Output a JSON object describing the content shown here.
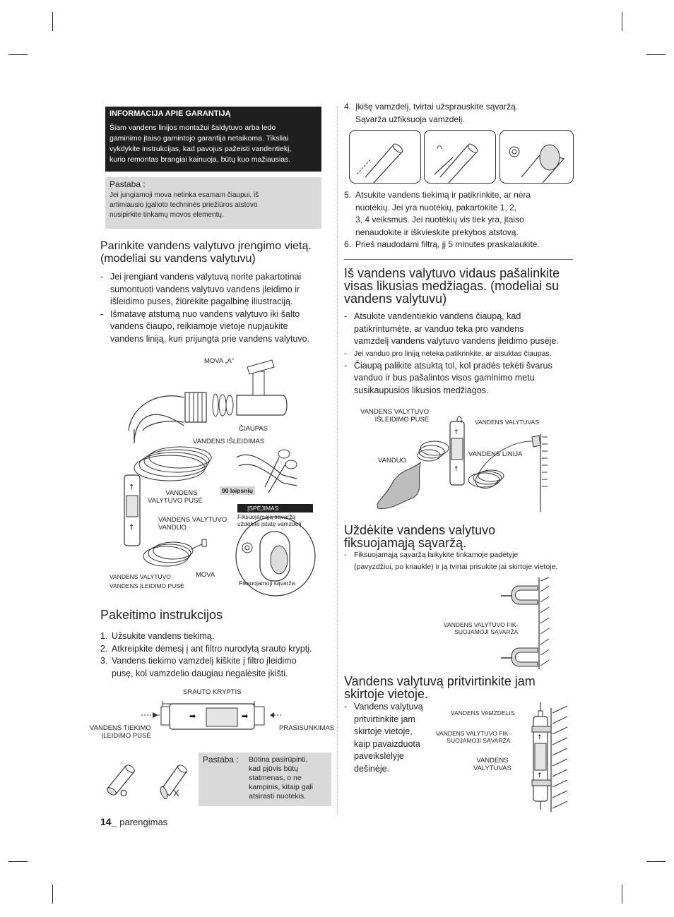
{
  "warranty": {
    "title": "INFORMACIJA APIE GARANTIJĄ",
    "lines": [
      "Šiam vandens linijos montažui šaldytuvo arba ledo",
      "gaminimo įtaiso gamintojo garantija netaikoma. Tiksliai",
      "vykdykite instrukcijas, kad pavojus pažeisti vandentiekį,",
      "kurio remontas brangiai kainuoja, būtų kuo mažiausias."
    ]
  },
  "note1": {
    "title": "Pastaba :",
    "lines": [
      "Jei jungiamoji mova netinka esamam čiaupui, iš",
      "artimiausio įgalioto techninės priežiūros atstovo",
      "nusipirkite tinkamų movos elementų."
    ]
  },
  "section_location": {
    "heading": [
      "Parinkite vandens valytuvo įrengimo vietą.",
      "(modeliai su vandens valytuvu)"
    ],
    "bullets": [
      [
        "Jei įrengiant vandens valytuvą norite pakartotinai",
        "sumontuoti vandens valytuvo vandens įleidimo ir",
        "išleidimo puses, žiūrėkite pagalbinę iliustraciją."
      ],
      [
        "Išmatavę atstumą nuo vandens valytuvo iki šalto",
        "vandens čiaupo, reikiamoje vietoje nupjaukite",
        "vandens liniją, kuri prijungta prie vandens valytuvo."
      ]
    ]
  },
  "diagram1": {
    "mova_a": "MOVA „A“",
    "ciaupas": "ČIAUPAS",
    "isleidimas": "VANDENS IŠLEIDIMAS",
    "valytuvo_puse": [
      "VANDENS",
      "VALYTUVO PUSĖ"
    ],
    "laipsniu": "90 laipsnių",
    "ispejimas": "ĮSPĖJIMAS",
    "fiks_text": [
      "Fiksuojamąją sąvaržą",
      "uždėkite įstatę vamzdelį"
    ],
    "valytuvo_vanduo": [
      "VANDENS VALYTUVO",
      "VANDUO"
    ],
    "ileidimo_puse": [
      "VANDENS VALYTUVO",
      "VANDENS ĮLEIDIMO PUSĖ"
    ],
    "mova": "MOVA",
    "fiks_savarza": "Fiksuojamoji sąvarža"
  },
  "section_replace": {
    "heading": "Pakeitimo instrukcijos",
    "steps": [
      {
        "n": "1.",
        "lines": [
          "Užsukite vandens tiekimą."
        ]
      },
      {
        "n": "2.",
        "lines": [
          "Atkreipkite dėmesį į ant filtro nurodytą srauto kryptį."
        ]
      },
      {
        "n": "3.",
        "lines": [
          "Vandens tiekimo vamzdelį kiškite į filtro įleidimo",
          "pusę, kol vamzdelio daugiau negalėsite įkišti."
        ]
      }
    ]
  },
  "diagram2": {
    "srauto": "SRAUTO KRYPTIS",
    "tiekimo": [
      "VANDENS TIEKIMO",
      "ĮLEIDIMO PUSĖ"
    ],
    "prasisunkimas": "PRASISUNKIMAS",
    "o": "O",
    "x": "X"
  },
  "note2": {
    "title": "Pastaba :",
    "lines": [
      "Būtina pasirūpinti,",
      "kad pjūvis būtų",
      "statmenas, o ne",
      "kampinis, kitaip gali",
      "atsirasti nuotėkis."
    ]
  },
  "footer": {
    "page": "14_",
    "section": "parengimas"
  },
  "right_steps_top": {
    "step4": {
      "n": "4.",
      "lines": [
        "Įkišę vamzdelį, tvirtai užsprauskite sąvaržą.",
        "Sąvarža užfiksuoja vamzdelį."
      ]
    },
    "step5": {
      "n": "5.",
      "lines": [
        "Atsukite vandens tiekimą ir patikrinkite, ar nėra",
        "nuotėkių. Jei yra nuotėkių, pakartokite 1, 2,",
        "3, 4 veiksmus. Jei nuotėkių vis tiek yra, įtaiso",
        "nenaudokite ir iškvieskite prekybos atstovą."
      ]
    },
    "step6": {
      "n": "6.",
      "lines": [
        "Prieš naudodami filtrą, jį 5 minutes praskalaukite."
      ]
    }
  },
  "section_flush": {
    "heading": [
      "Iš vandens valytuvo vidaus pašalinkite",
      "visas likusias medžiagas. (modeliai su",
      "vandens valytuvu)"
    ],
    "bullet1": [
      "Atsukite vandentiekio vandens čiaupą, kad",
      "patikrintumėte, ar vanduo teka pro vandens",
      "vamzdelį vandens valytuvo vandens įleidimo pusėje."
    ],
    "bullet2": "Jei vanduo pro liniją neteka patikrinkite, ar atsuktas čiaupas.",
    "bullet3": [
      "Čiaupą palikite atsuktą tol, kol pradės tekėti švarus",
      "vanduo ir bus pašalintos visos gaminimo metu",
      "susikaupusios likusios medžiagos."
    ]
  },
  "diagram3": {
    "isleidimo": [
      "VANDENS VALYTUVO",
      "IŠLEIDIMO PUSĖ"
    ],
    "valytuvas": "VANDENS VALYTUVAS",
    "vanduo": "VANDUO",
    "linija": "VANDENS LINIJA"
  },
  "section_clip": {
    "heading": [
      "Uždėkite vandens valytuvo",
      "fiksuojamąją sąvaržą."
    ],
    "bullet": [
      "Fiksuojamąją sąvaržą laikykite tinkamoje padėtyje",
      "(pavyzdžiui, po kriaukle) ir ją tvirtai prisukite jai skirtoje vietoje."
    ],
    "label": [
      "VANDENS VALYTUVO FIK-",
      "SUOJAMOJI SĄVARŽA"
    ]
  },
  "section_mount": {
    "heading": [
      "Vandens valytuvą pritvirtinkite jam",
      "skirtoje vietoje."
    ],
    "bullet": [
      "Vandens valytuvą",
      "pritvirtinkite jam",
      "skirtoje vietoje,",
      "kaip pavaizduota",
      "paveikslėlyje",
      "dešinėje."
    ],
    "vamzdelis": "VANDENS VAMZDELIS",
    "fiks": [
      "VANDENS VALYTUVO FIK-",
      "SUOJAMOJI SĄVARŽA"
    ],
    "valytuvas": [
      "VANDENS",
      "VALYTUVAS"
    ]
  }
}
